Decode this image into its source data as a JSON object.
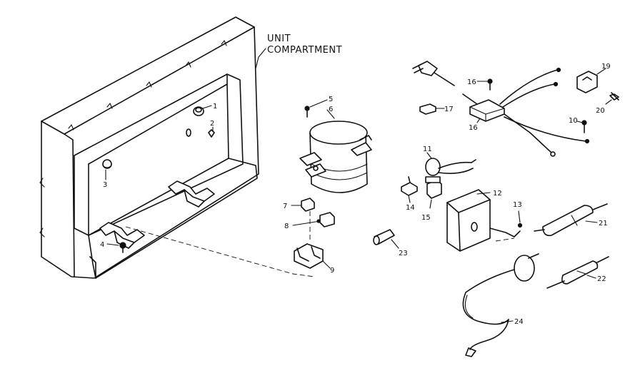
{
  "diagram": {
    "title_lines": [
      "UNIT",
      "COMPARTMENT"
    ],
    "callouts": [
      {
        "id": "p1",
        "text": "1"
      },
      {
        "id": "p2",
        "text": "2"
      },
      {
        "id": "p3",
        "text": "3"
      },
      {
        "id": "p4",
        "text": "4"
      },
      {
        "id": "p5",
        "text": "5"
      },
      {
        "id": "p6",
        "text": "6"
      },
      {
        "id": "p7",
        "text": "7"
      },
      {
        "id": "p8",
        "text": "8"
      },
      {
        "id": "p9",
        "text": "9"
      },
      {
        "id": "p10",
        "text": "10"
      },
      {
        "id": "p11",
        "text": "11"
      },
      {
        "id": "p12",
        "text": "12"
      },
      {
        "id": "p13",
        "text": "13"
      },
      {
        "id": "p14",
        "text": "14"
      },
      {
        "id": "p15",
        "text": "15"
      },
      {
        "id": "p16a",
        "text": "16"
      },
      {
        "id": "p16b",
        "text": "16"
      },
      {
        "id": "p17",
        "text": "17"
      },
      {
        "id": "p19",
        "text": "19"
      },
      {
        "id": "p20",
        "text": "20"
      },
      {
        "id": "p21",
        "text": "21"
      },
      {
        "id": "p22",
        "text": "22"
      },
      {
        "id": "p23",
        "text": "23"
      },
      {
        "id": "p24",
        "text": "24"
      }
    ]
  }
}
